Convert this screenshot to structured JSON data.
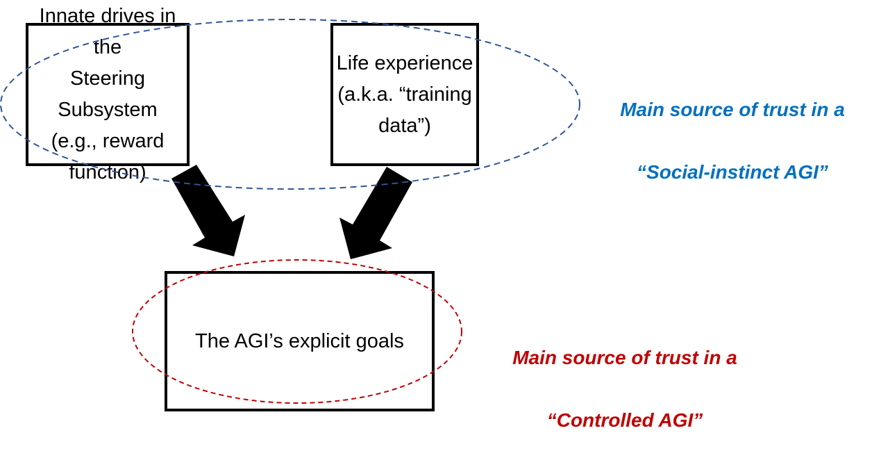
{
  "boxes": {
    "innate": "Innate drives in the\nSteering Subsystem\n(e.g., reward function)",
    "experience": "Life experience\n(a.k.a. “training\ndata”)",
    "goals": "The AGI’s explicit goals"
  },
  "annotations": {
    "social": {
      "line1": "Main source of trust in a",
      "line2": "“Social-instinct AGI”",
      "color": "#0070C0"
    },
    "controlled": {
      "line1": "Main source of trust in a",
      "line2": "“Controlled AGI”",
      "color": "#C00000"
    }
  },
  "colors": {
    "blue_ellipse": "#2F5597",
    "red_ellipse": "#C00000"
  }
}
